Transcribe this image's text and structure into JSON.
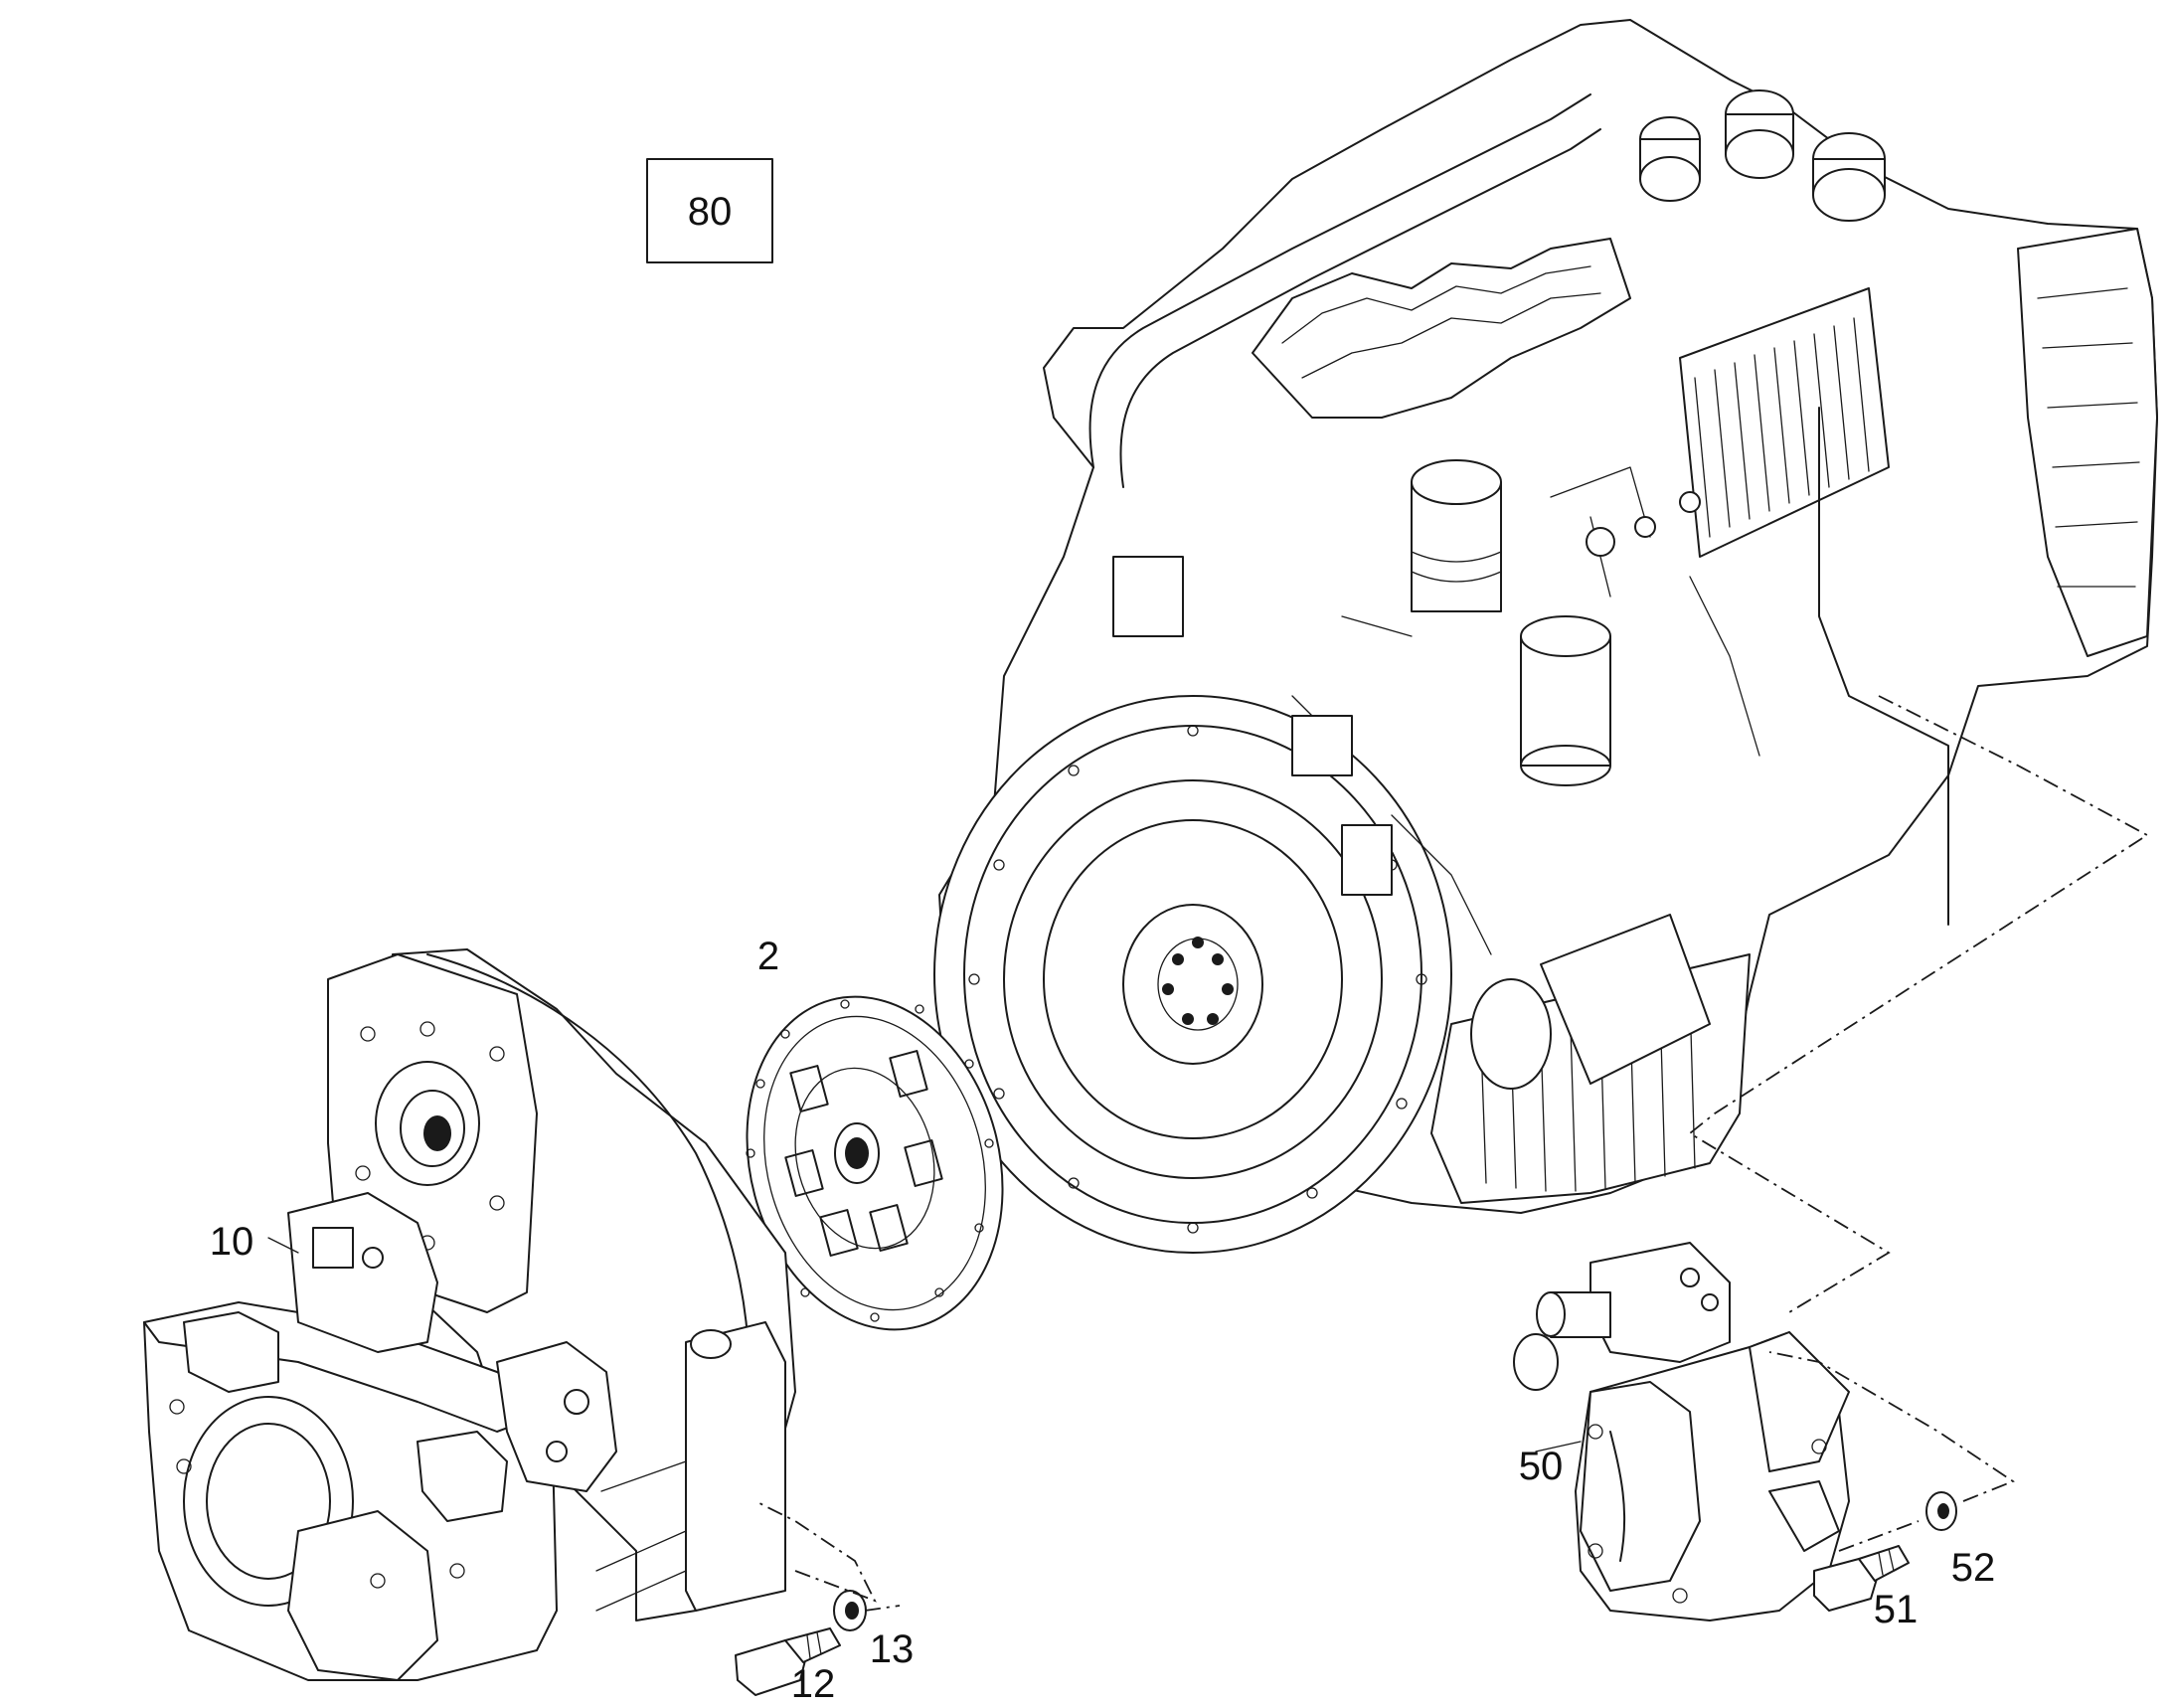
{
  "diagram": {
    "section_number": "80",
    "callouts": {
      "item_2": "2",
      "item_10": "10",
      "item_12": "12",
      "item_13": "13",
      "item_50": "50",
      "item_51": "51",
      "item_52": "52"
    }
  }
}
